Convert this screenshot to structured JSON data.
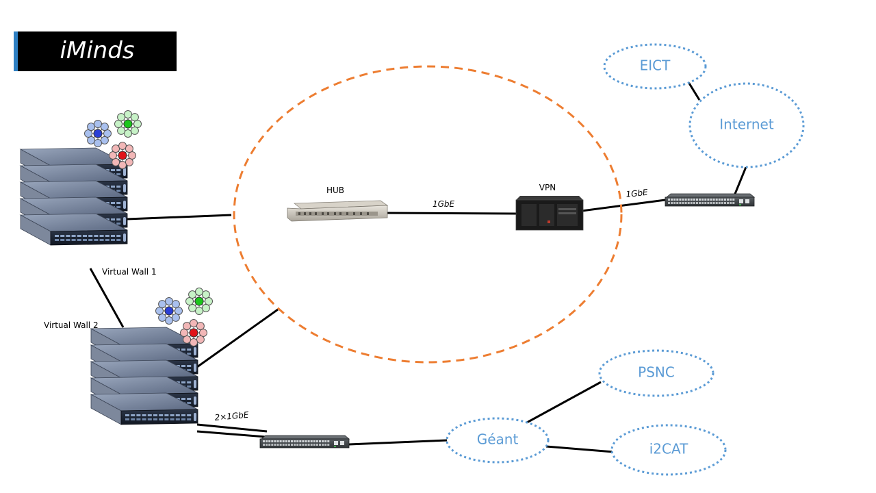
{
  "title": "iMinds",
  "nodes": {
    "hub": "HUB",
    "vpn": "VPN",
    "virtual_wall_1": "Virtual Wall 1",
    "virtual_wall_2": "Virtual Wall 2"
  },
  "links": {
    "hub_vpn": "1GbE",
    "vpn_switch": "1GbE",
    "wall2_switch": "2×1GbE"
  },
  "clouds": {
    "eict": "EICT",
    "internet": "Internet",
    "psnc": "PSNC",
    "geant": "Géant",
    "i2cat": "i2CAT"
  },
  "colors": {
    "cloud_stroke": "#5b9bd5",
    "cloud_text": "#5b9bd5",
    "ring": "#ed7d31",
    "title_accent": "#2e7fc2",
    "cluster_blue": "#2a3fd6",
    "cluster_green": "#1cc61c",
    "cluster_red": "#e0141a"
  }
}
